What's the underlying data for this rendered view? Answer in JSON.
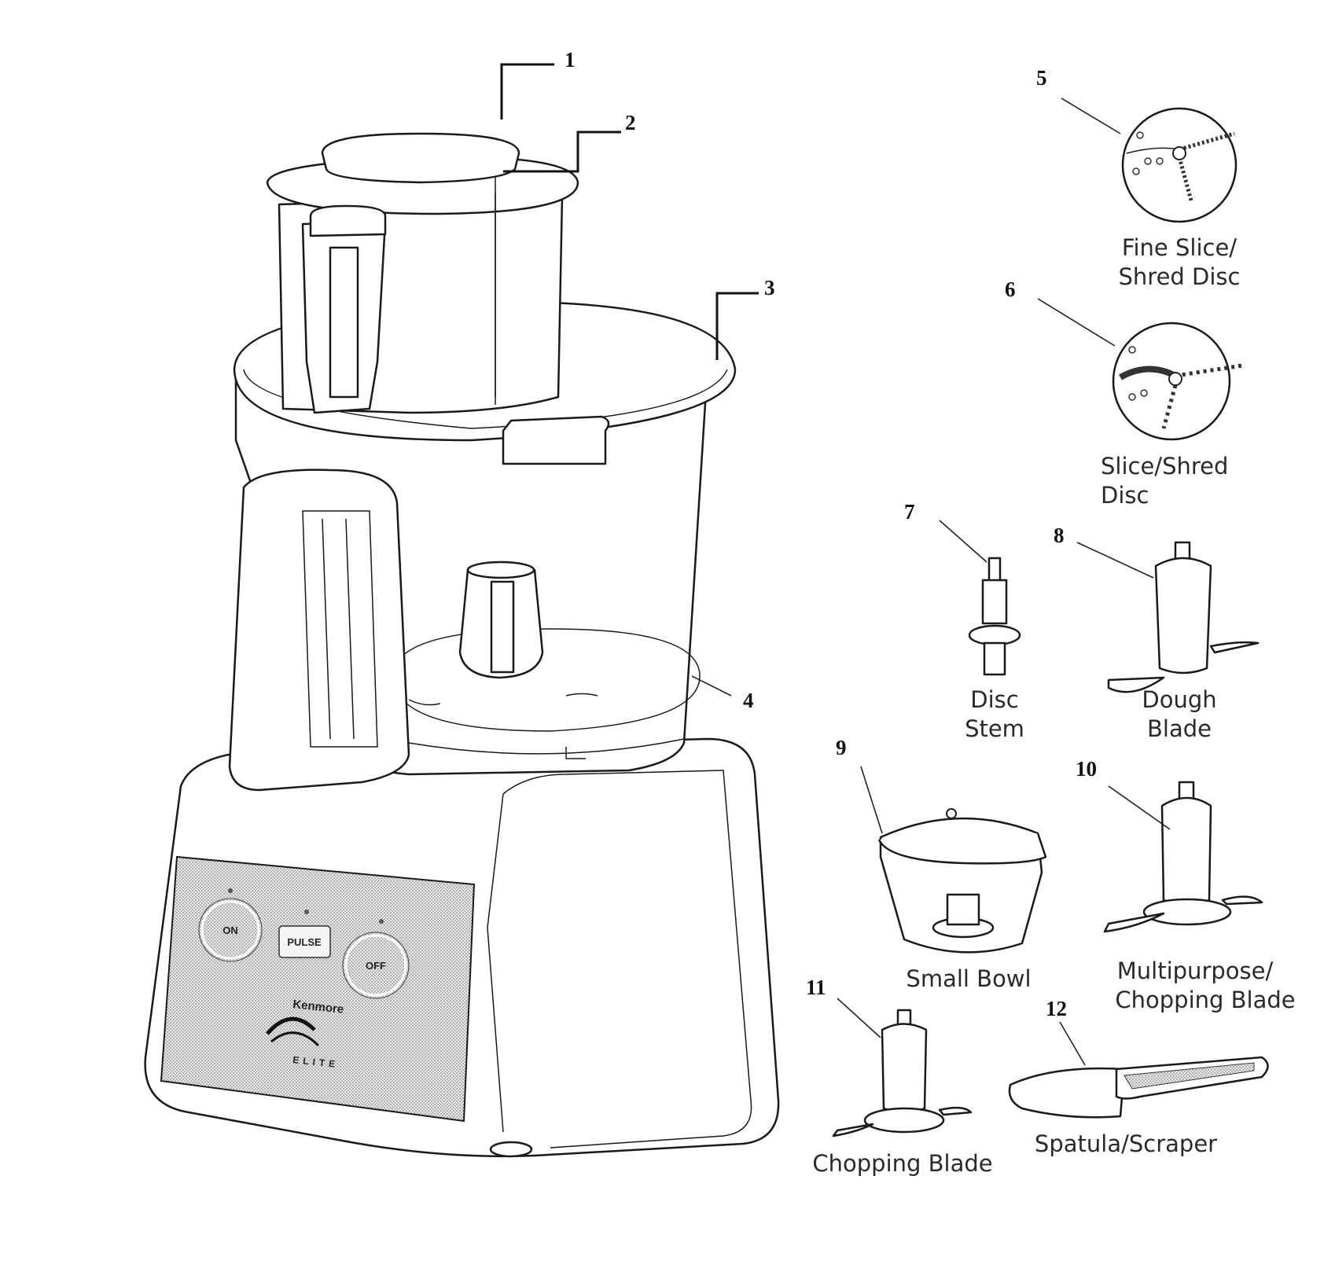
{
  "parts": [
    {
      "number": "1",
      "label": ""
    },
    {
      "number": "2",
      "label": ""
    },
    {
      "number": "3",
      "label": ""
    },
    {
      "number": "4",
      "label": ""
    },
    {
      "number": "5",
      "label": [
        "Fine Slice/",
        "Shred Disc"
      ]
    },
    {
      "number": "6",
      "label": [
        "Slice/Shred",
        "Disc"
      ]
    },
    {
      "number": "7",
      "label": [
        "Disc",
        "Stem"
      ]
    },
    {
      "number": "8",
      "label": [
        "Dough",
        "Blade"
      ]
    },
    {
      "number": "9",
      "label": [
        "Small Bowl"
      ]
    },
    {
      "number": "10",
      "label": [
        "Multipurpose/",
        "Chopping Blade"
      ]
    },
    {
      "number": "11",
      "label": [
        "Chopping Blade"
      ]
    },
    {
      "number": "12",
      "label": [
        "Spatula/Scraper"
      ]
    }
  ],
  "control_panel": {
    "on_label": "ON",
    "pulse_label": "PULSE",
    "off_label": "OFF",
    "brand_name": "Kenmore",
    "brand_sub": "ELITE"
  }
}
